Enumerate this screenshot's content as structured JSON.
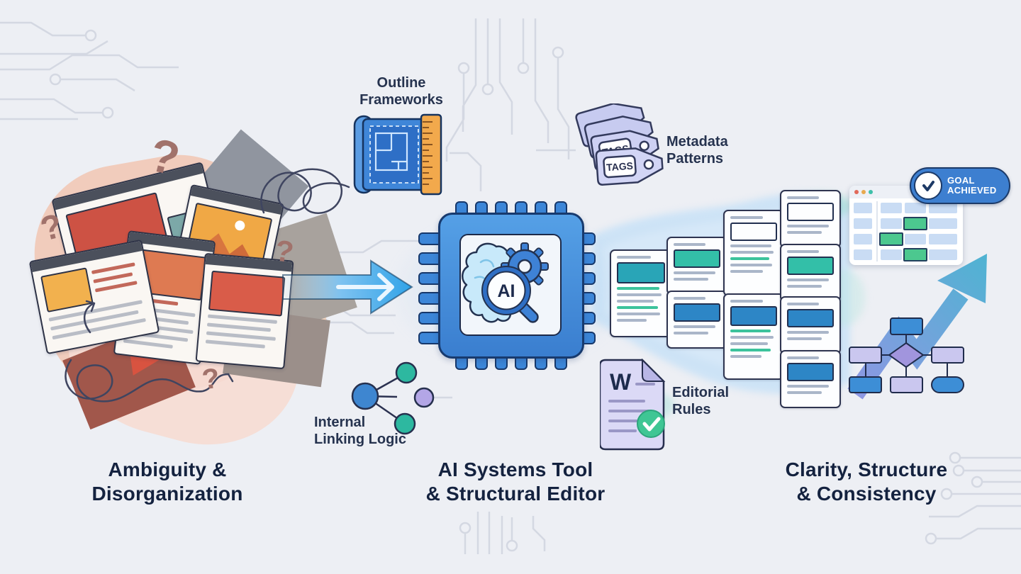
{
  "labels": {
    "left": {
      "line1": "Ambiguity &",
      "line2": "Disorganization"
    },
    "center": {
      "line1": "AI Systems Tool",
      "line2": "& Structural Editor"
    },
    "right": {
      "line1": "Clarity, Structure",
      "line2": "& Consistency"
    }
  },
  "callouts": {
    "outline_frameworks": {
      "line1": "Outline",
      "line2": "Frameworks"
    },
    "metadata_patterns": {
      "line1": "Metadata",
      "line2": "Patterns"
    },
    "internal_linking_logic": {
      "line1": "Internal",
      "line2": "Linking Logic"
    },
    "editorial_rules": {
      "line1": "Editorial",
      "line2": "Rules"
    }
  },
  "chip": {
    "lens_label": "AI"
  },
  "tags": {
    "label": "TAGS"
  },
  "badge": {
    "line1": "GOAL",
    "line2": "ACHIEVED"
  },
  "editorial_doc": {
    "letter": "W"
  },
  "decor": {
    "question_mark": "?"
  },
  "colors": {
    "background": "#edeff4",
    "navy_text": "#14223f",
    "chip_blue": "#4694dd",
    "accent_blue": "#2d86c6",
    "teal": "#2fb9a6",
    "lavender": "#c9c7ef",
    "salmon": "#f1c6b2",
    "red": "#cd5244",
    "orange": "#f0a845",
    "green": "#3ec990",
    "badge_blue": "#3d7fd0",
    "circuit_gray": "#d4d8e2"
  }
}
